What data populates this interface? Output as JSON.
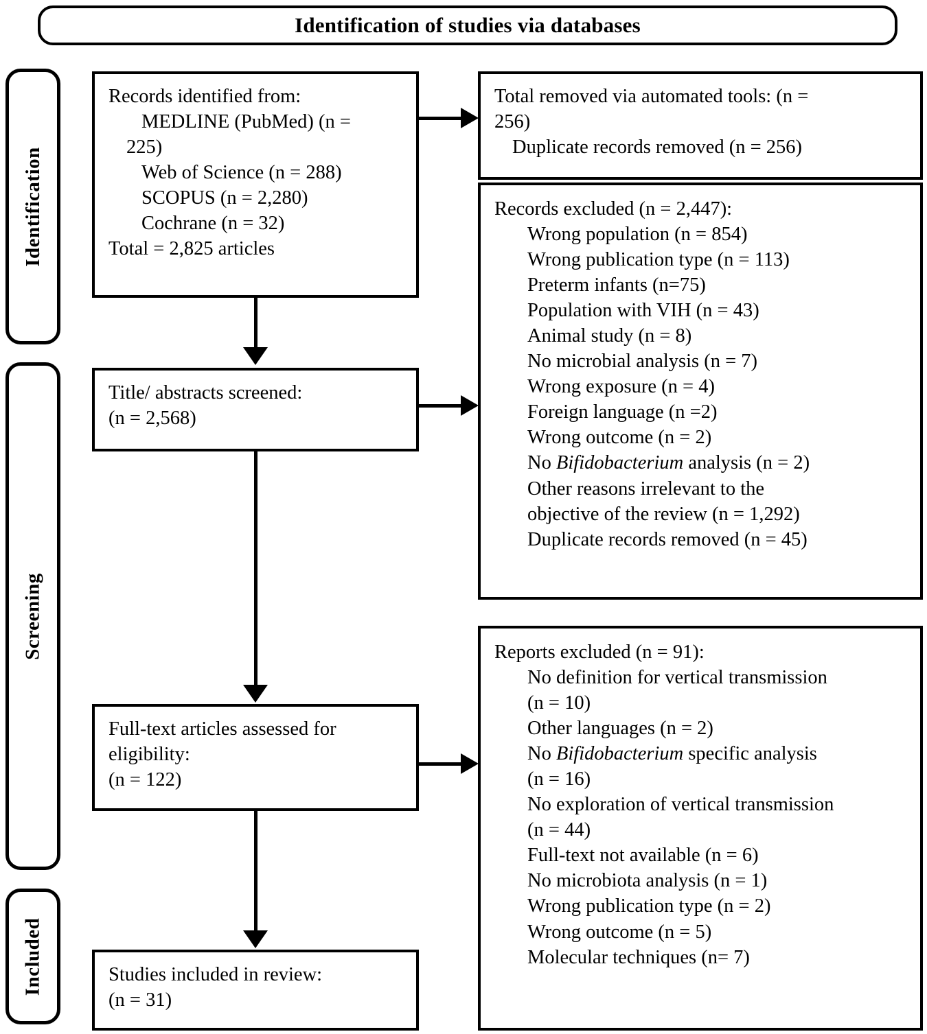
{
  "diagram": {
    "title": "Identification of studies via databases",
    "type": "prisma-flow-diagram"
  },
  "stages": [
    {
      "key": "identification",
      "label": "Identification"
    },
    {
      "key": "screening",
      "label": "Screening"
    },
    {
      "key": "included",
      "label": "Included"
    }
  ],
  "boxes": {
    "records_identified": {
      "header": "Records identified from:",
      "sources": [
        "MEDLINE (PubMed) (n = 225)",
        "Web of Science (n = 288)",
        "SCOPUS (n = 2,280)",
        "Cochrane (n = 32)"
      ],
      "line_medline_a": "MEDLINE (PubMed) (n =",
      "line_medline_b": "225)",
      "line_wos": "Web of Science (n = 288)",
      "line_scopus": "SCOPUS (n = 2,280)",
      "line_cochrane": "Cochrane (n = 32)",
      "total": "Total = 2,825 articles"
    },
    "automated_removed": {
      "header_a": "Total removed via automated tools: (n =",
      "header_b": "256)",
      "items": [
        "Duplicate records removed (n = 256)"
      ],
      "item_duplicate": "Duplicate records removed (n = 256)"
    },
    "records_excluded": {
      "header": "Records excluded (n = 2,447):",
      "reasons": [
        "Wrong population (n = 854)",
        "Wrong publication type (n = 113)",
        "Preterm infants (n=75)",
        "Population with VIH (n = 43)",
        "Animal study (n = 8)",
        "No microbial analysis (n = 7)",
        "Wrong exposure (n = 4)",
        "Foreign language  (n =2)",
        "Wrong outcome (n = 2)",
        "No Bifidobacterium analysis (n = 2)",
        "Other reasons irrelevant to the objective of the review (n = 1,292)",
        "Duplicate records removed (n = 45)"
      ],
      "r1": "Wrong population (n = 854)",
      "r2": "Wrong publication type (n = 113)",
      "r3": "Preterm infants (n=75)",
      "r4": "Population with VIH (n = 43)",
      "r5": "Animal study (n = 8)",
      "r6": "No microbial analysis (n = 7)",
      "r7": "Wrong exposure (n = 4)",
      "r8": "Foreign language  (n =2)",
      "r9": "Wrong outcome (n = 2)",
      "r10_pre": "No ",
      "r10_italic": "Bifidobacterium",
      "r10_post": " analysis (n = 2)",
      "r11_a": "Other reasons irrelevant to the",
      "r11_b": "objective of the review (n = 1,292)",
      "r12": "Duplicate records removed (n = 45)"
    },
    "titles_screened": {
      "label": "Title/ abstracts screened:",
      "count": "(n = 2,568)"
    },
    "fulltext_assessed": {
      "label_a": "Full-text articles assessed for",
      "label_b": "eligibility:",
      "count": "(n = 122)"
    },
    "reports_excluded": {
      "header": "Reports excluded (n = 91):",
      "reasons": [
        "No definition for vertical transmission (n = 10)",
        "Other languages (n = 2)",
        "No Bifidobacterium specific analysis (n = 16)",
        "No exploration of vertical transmission (n = 44)",
        "Full-text not available (n = 6)",
        "No microbiota analysis (n = 1)",
        "Wrong publication type (n = 2)",
        "Wrong outcome (n = 5)",
        "Molecular techniques (n= 7)"
      ],
      "e1_a": "No definition for vertical transmission",
      "e1_b": "(n = 10)",
      "e2": "Other languages  (n = 2)",
      "e3_pre": "No ",
      "e3_italic": "Bifidobacterium",
      "e3_post": " specific analysis",
      "e3_b": "(n = 16)",
      "e4_a": "No exploration of vertical transmission",
      "e4_b": "(n = 44)",
      "e5": "Full-text not available (n = 6)",
      "e6": "No microbiota analysis (n = 1)",
      "e7": "Wrong publication type (n = 2)",
      "e8": "Wrong outcome (n = 5)",
      "e9": "Molecular techniques (n= 7)"
    },
    "studies_included": {
      "label": "Studies included in review:",
      "count": "(n = 31)"
    }
  },
  "colors": {
    "stroke": "#000000",
    "background": "#ffffff",
    "text": "#000000"
  }
}
